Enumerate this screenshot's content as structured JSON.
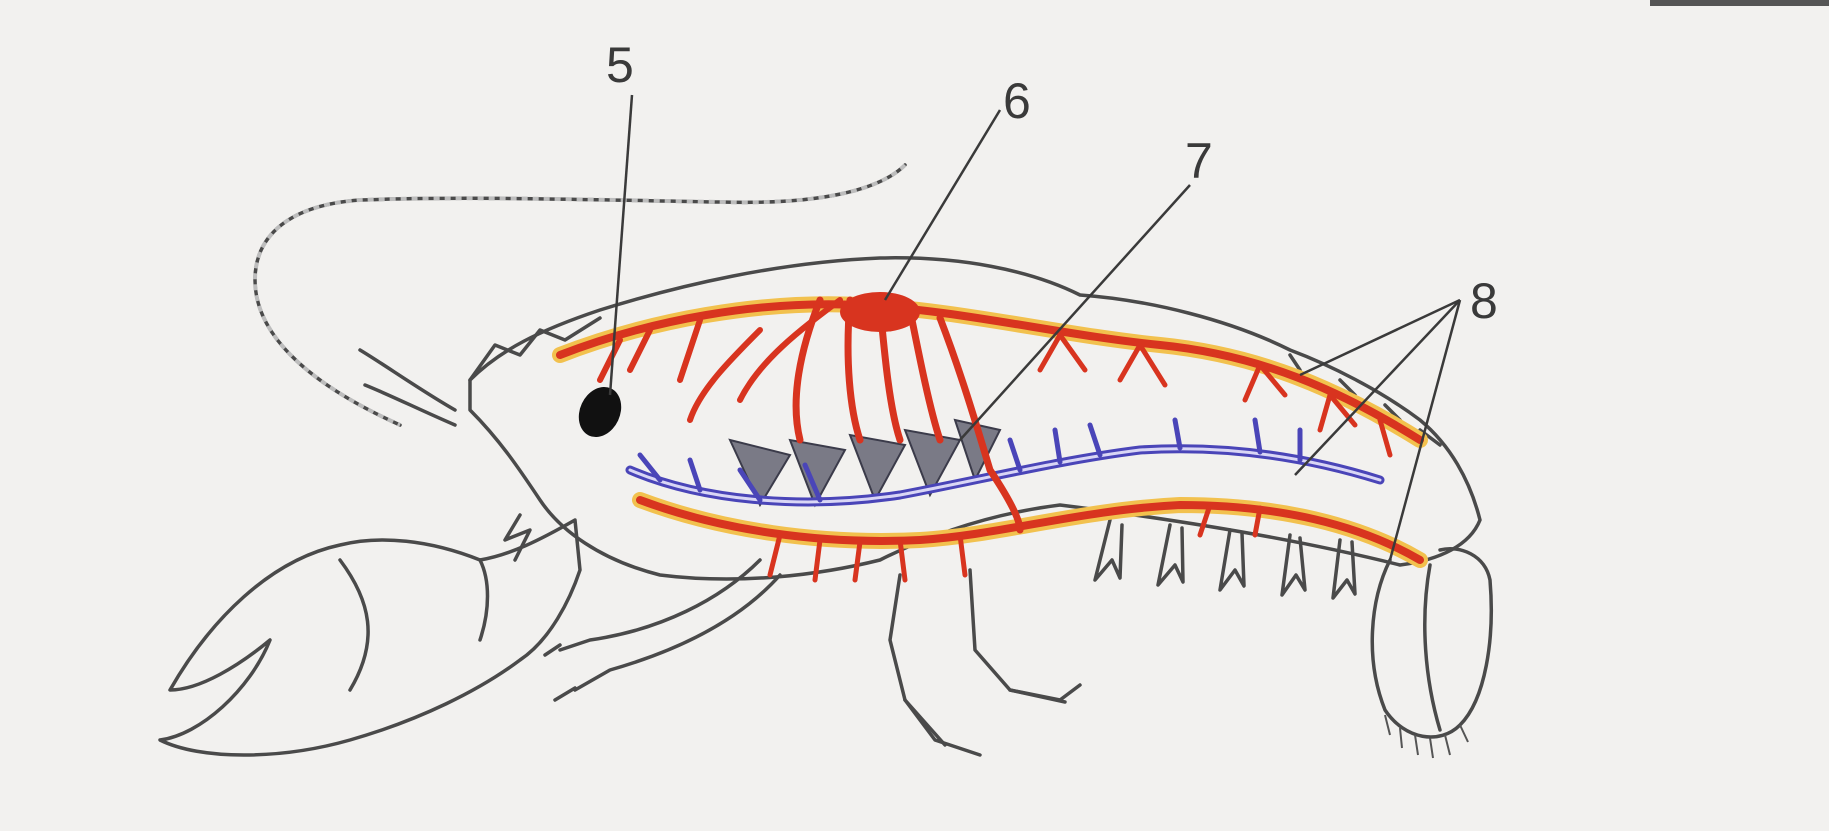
{
  "labels": {
    "l5": "5",
    "l6": "6",
    "l7": "7",
    "l8": "8"
  },
  "colors": {
    "background": "#f2f1ef",
    "outline": "#4a4a4a",
    "artery": "#d8341f",
    "artery_glow": "#f2c14e",
    "vein": "#4a45b8",
    "heart_ganglion": "#111111",
    "gills": "#7a7a86"
  }
}
